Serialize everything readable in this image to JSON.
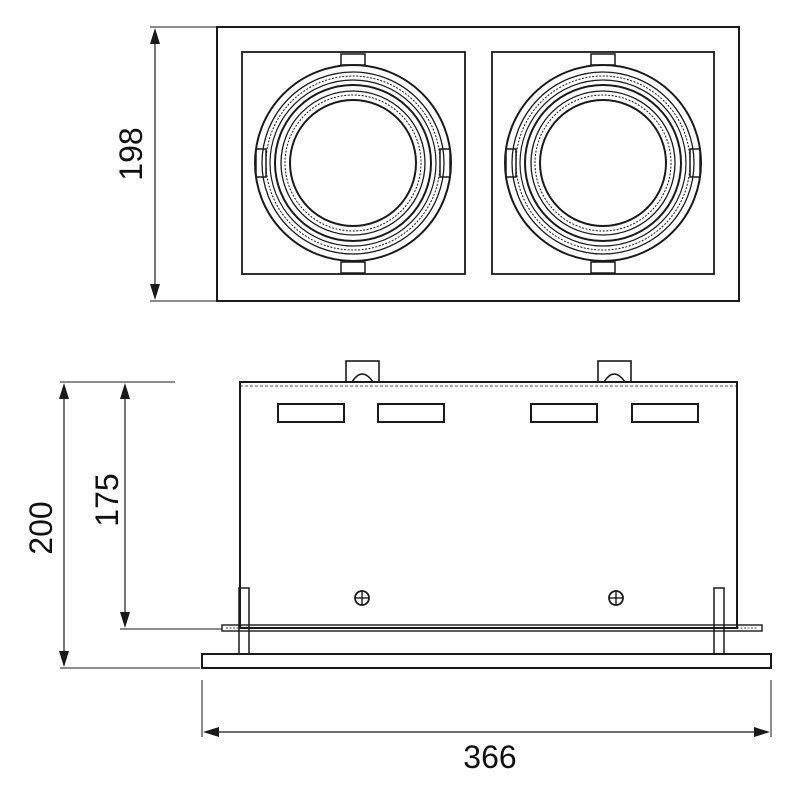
{
  "dimensions": {
    "top_view_height": "198",
    "side_view_total_height": "200",
    "side_view_body_height": "175",
    "width": "366"
  },
  "colors": {
    "line": "#1a1a1a",
    "background": "#ffffff"
  }
}
